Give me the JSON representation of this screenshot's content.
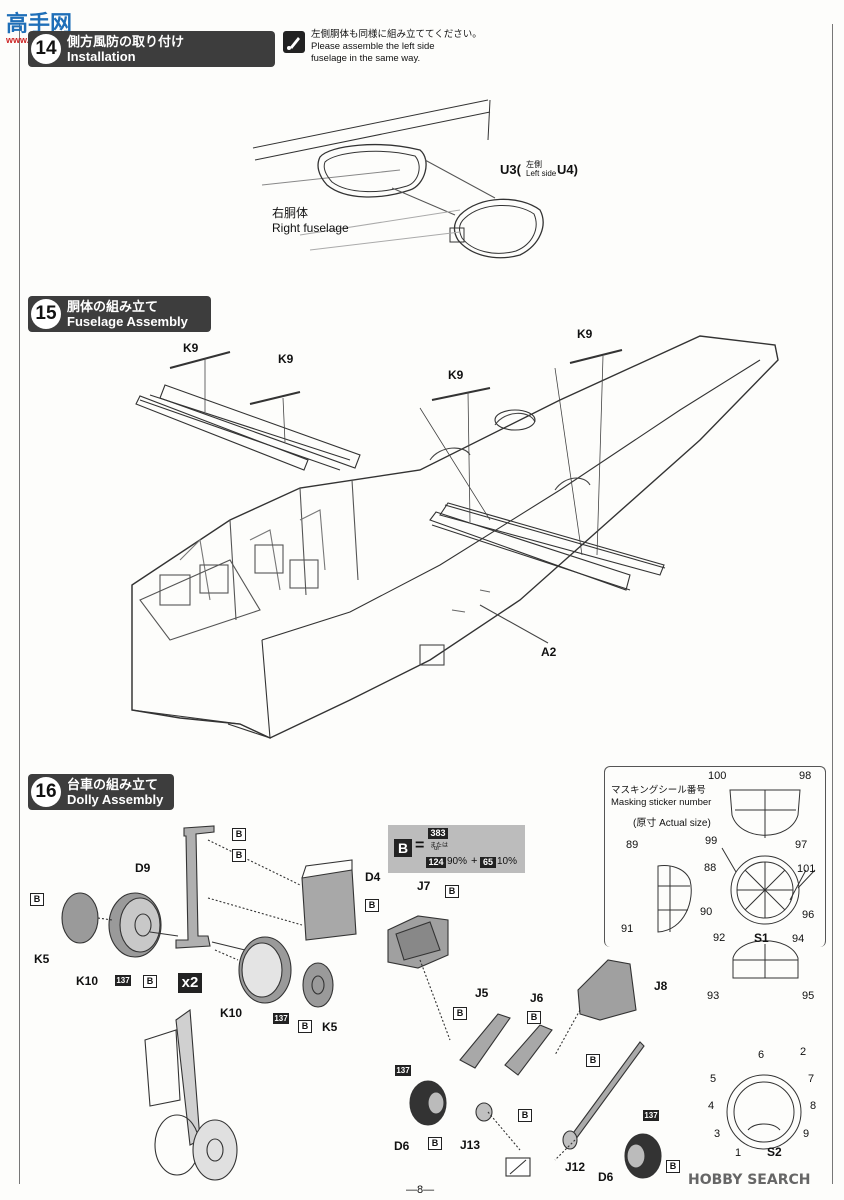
{
  "watermark": {
    "logo_text": "高手网",
    "sub_text": "www.gaoshou.com"
  },
  "steps": [
    {
      "number": "14",
      "title_jp": "側方風防の取り付け",
      "title_en": "Installation"
    },
    {
      "number": "15",
      "title_jp": "胴体の組み立て",
      "title_en": "Fuselage Assembly"
    },
    {
      "number": "16",
      "title_jp": "台車の組み立て",
      "title_en": "Dolly Assembly"
    }
  ],
  "note14": {
    "jp": "左側胴体も同様に組み立ててください。",
    "en1": "Please assemble the left side",
    "en2": "fuselage in the same way."
  },
  "step14_labels": {
    "u3": "U3",
    "paren_open": "(",
    "left_side_jp": "左側",
    "left_side_en": "Left side",
    "u4": "U4)",
    "right_fuselage_jp": "右胴体",
    "right_fuselage_en": "Right fuselage"
  },
  "step15_labels": {
    "k9": "K9",
    "a2": "A2"
  },
  "paint_box": {
    "letter": "B",
    "eq": "=",
    "c383": "383",
    "or_jp": "または",
    "or_en": "or",
    "c124": "124",
    "p90": "90%",
    "plus": "+",
    "c65": "65",
    "p10": "10%"
  },
  "step16_labels": {
    "d9": "D9",
    "d4": "D4",
    "k5": "K5",
    "k10": "K10",
    "c137": "137",
    "b": "B",
    "x2": "x2",
    "j7": "J7",
    "j5": "J5",
    "j6": "J6",
    "j8": "J8",
    "j12": "J12",
    "j13": "J13",
    "d6": "D6"
  },
  "masking": {
    "title_jp": "マスキングシール番号",
    "title_en": "Masking sticker number",
    "actual_jp": "原寸",
    "actual_en": "Actual size",
    "numbers": [
      "100",
      "98",
      "89",
      "99",
      "97",
      "88",
      "101",
      "90",
      "96",
      "92",
      "94",
      "91",
      "93",
      "95",
      "6",
      "2",
      "5",
      "7",
      "4",
      "8",
      "3",
      "9",
      "1"
    ],
    "s1": "S1",
    "s2": "S2"
  },
  "page_number": "—8—",
  "footer_logo": "HOBBY SEARCH"
}
